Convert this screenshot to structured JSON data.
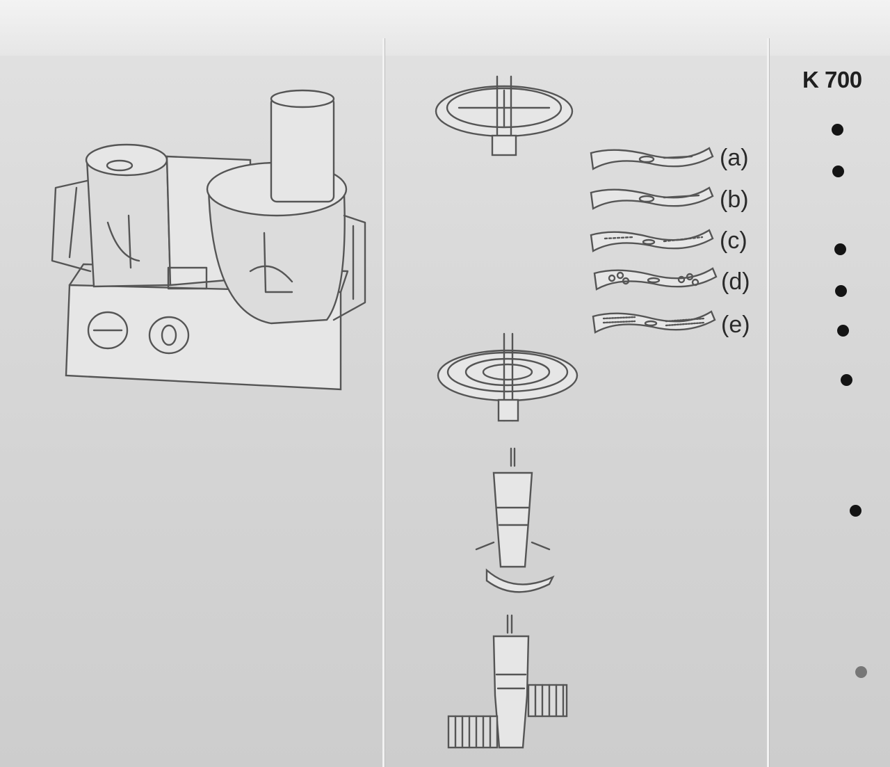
{
  "header": {
    "model": "K 700"
  },
  "attachments": {
    "slicer_labels": [
      "(a)",
      "(b)",
      "(c)",
      "(d)",
      "(e)"
    ]
  },
  "bullets": [
    {
      "row": "pusher-disc",
      "tone": "dark"
    },
    {
      "row": "label-a",
      "tone": "dark"
    },
    {
      "row": "label-c",
      "tone": "dark"
    },
    {
      "row": "label-d",
      "tone": "dark"
    },
    {
      "row": "label-e",
      "tone": "dark"
    },
    {
      "row": "grating-disc",
      "tone": "dark"
    },
    {
      "row": "knife-blade",
      "tone": "dark"
    },
    {
      "row": "whisk",
      "tone": "faint"
    }
  ]
}
